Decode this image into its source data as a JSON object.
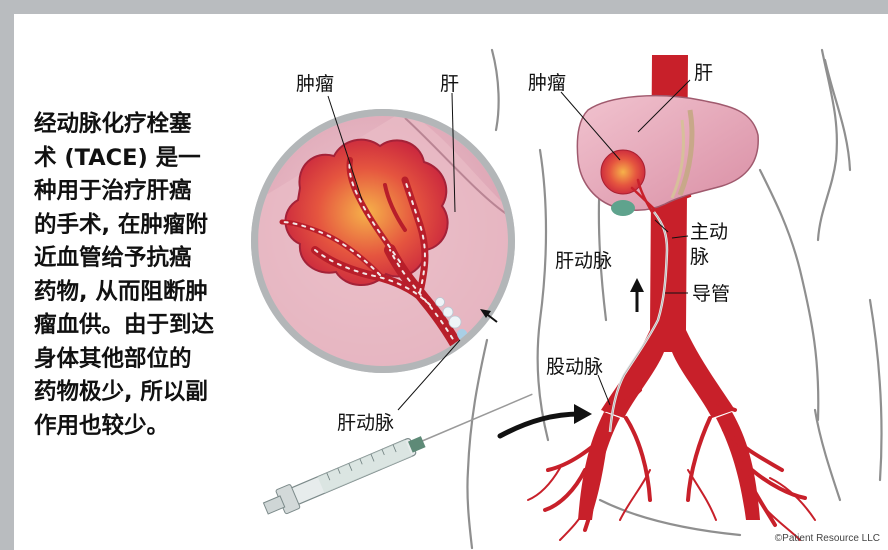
{
  "description_lines": [
    "经动脉化疗栓塞",
    "术 (TACE) 是一",
    "种用于治疗肝癌",
    "的手术, 在肿瘤附",
    "近血管给予抗癌",
    "药物, 从而阻断肿",
    "瘤血供。由于到达",
    "身体其他部位的",
    "药物极少, 所以副",
    "作用也较少。"
  ],
  "labels": {
    "zoom_tumor": "肿瘤",
    "zoom_liver": "肝",
    "zoom_hepatic_artery": "肝动脉",
    "body_tumor": "肿瘤",
    "body_liver": "肝",
    "aorta_line1": "主动",
    "aorta_line2": "脉",
    "body_hepatic_artery": "肝动脉",
    "catheter": "导管",
    "femoral_artery": "股动脉"
  },
  "copyright": "©Patient Resource LLC",
  "colors": {
    "frame": "#b9bcbf",
    "artery": "#c8202a",
    "tumor": "#d8344a",
    "liver": "#e3a7b8",
    "zoom_bg": "#e6b9c4"
  }
}
